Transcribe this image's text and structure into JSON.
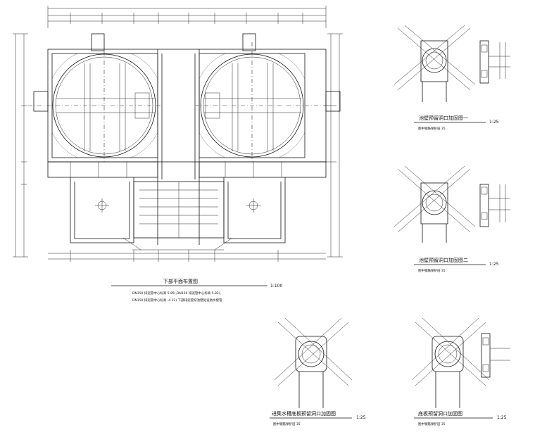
{
  "main_plan": {
    "title": "下部平面布置图",
    "scale": "1:100",
    "notes": [
      "DN150 排泥管中心标高 5.85),DN150 排泥管中心标高 5.82),",
      "DN150 排泥管中心标高 -4.22) 下部排泥管穿池壁处设防水套管"
    ]
  },
  "details": [
    {
      "title": "池壁预留洞口加固图一",
      "scale": "1:25",
      "subtitle": "图中钢筋保护层 35"
    },
    {
      "title": "池壁预留洞口加固图二",
      "scale": "1:25",
      "subtitle": "图中钢筋保护层 35"
    },
    {
      "title": "进集水槽底板预留洞口加固图",
      "scale": "1:25",
      "subtitle": "图中钢筋保护层 35"
    },
    {
      "title": "底板预留洞口加固图",
      "scale": "1:25",
      "subtitle": "图中钢筋保护层 35"
    }
  ]
}
